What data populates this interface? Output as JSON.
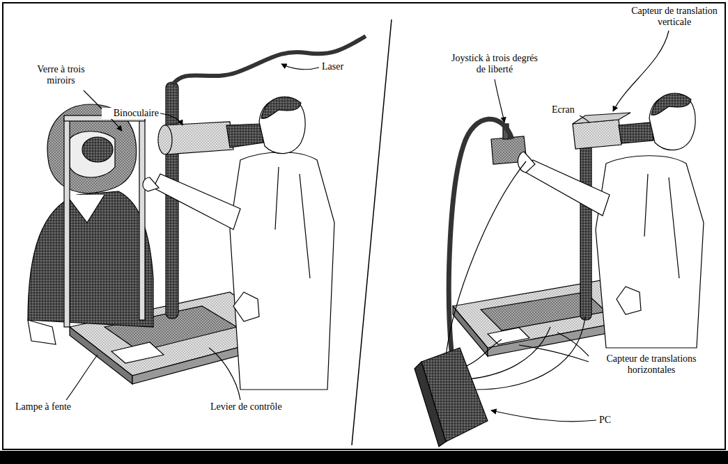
{
  "diagram": {
    "labels": [
      "Laser",
      "Verre à trois miroirs",
      "Binoculaire",
      "Lampe à fente",
      "Levier de contrôle",
      "Joystick à trois degrés de liberté",
      "Capteur de translation verticale",
      "Ecran",
      "Capteur de translations horizontales",
      "PC"
    ]
  }
}
